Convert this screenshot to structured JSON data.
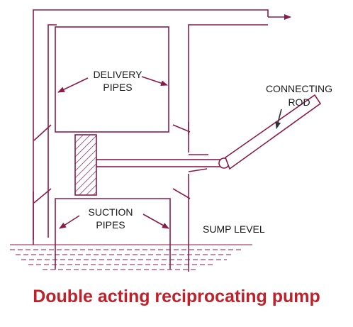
{
  "labels": {
    "delivery_line1": "DELIVERY",
    "delivery_line2": "PIPES",
    "connecting_line1": "CONNECTING",
    "connecting_line2": "ROD",
    "suction_line1": "SUCTION",
    "suction_line2": "PIPES",
    "sump": "SUMP LEVEL"
  },
  "title": "Double acting reciprocating pump",
  "colors": {
    "line": "#8b1a4a",
    "text": "#1a1a1a",
    "title": "#c0202a",
    "water": "#8b1a4a"
  }
}
